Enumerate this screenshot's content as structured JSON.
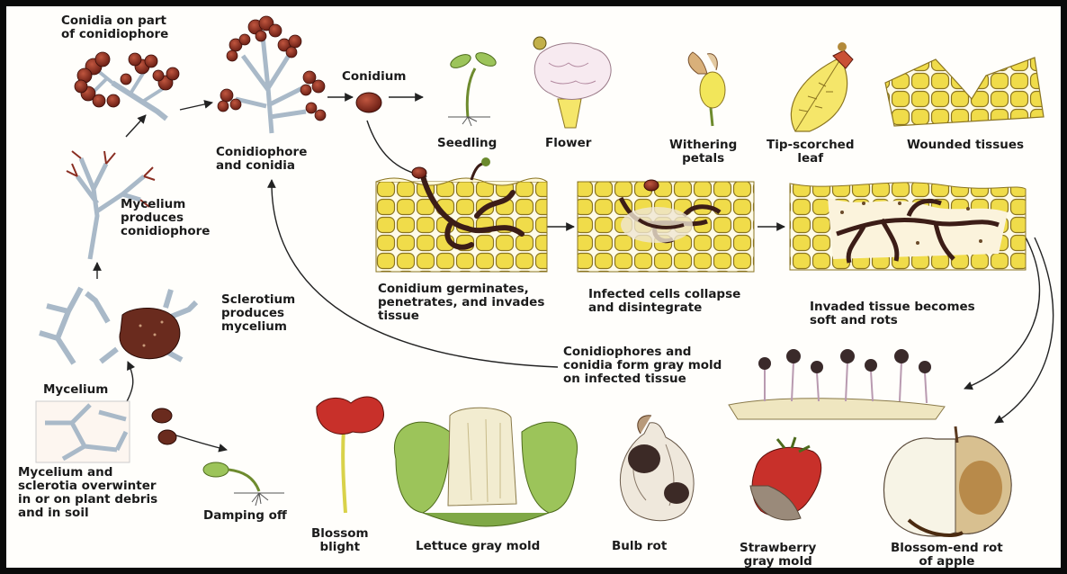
{
  "labels": {
    "conidia_on_part": "Conidia on part\nof conidiophore",
    "conidiophore_conidia": "Conidiophore\nand conidia",
    "conidium": "Conidium",
    "seedling": "Seedling",
    "flower": "Flower",
    "withering_petals": "Withering\npetals",
    "tip_scorched_leaf": "Tip-scorched\nleaf",
    "wounded_tissues": "Wounded tissues",
    "mycelium_produces": "Mycelium\nproduces\nconidiophore",
    "conidium_germinates": "Conidium germinates,\npenetrates, and invades\ntissue",
    "infected_cells": "Infected cells collapse\nand disintegrate",
    "invaded_tissue": "Invaded tissue becomes\nsoft and rots",
    "sclerotium": "Sclerotium\nproduces\nmycelium",
    "gray_mold": "Conidiophores and\nconidia form gray mold\non infected tissue",
    "mycelium": "Mycelium",
    "overwinter": "Mycelium and\nsclerotia overwinter\nin or on plant debris\nand in soil",
    "damping_off": "Damping off",
    "blossom_blight": "Blossom\nblight",
    "lettuce": "Lettuce gray mold",
    "bulb_rot": "Bulb rot",
    "strawberry": "Strawberry\ngray mold",
    "apple": "Blossom-end rot\nof apple"
  },
  "colors": {
    "conidia": "#8a2e22",
    "stalk": "#a9b9c8",
    "cell_fill": "#f0dc4a",
    "cell_stroke": "#8a7420",
    "hypha": "#3c1d17",
    "sclerotium": "#6a2b1e",
    "leaf_yellow": "#f5e66a",
    "leaf_green": "#9cc45a",
    "blight_red": "#c8302a"
  }
}
